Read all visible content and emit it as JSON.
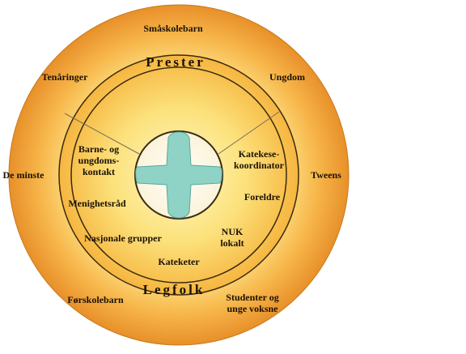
{
  "colors": {
    "outer_ring_edge": "#e8902a",
    "outer_ring_inner": "#fde58a",
    "inner_disc": "#f9c54a",
    "cross": "#8fd3c6",
    "center_disc": "#fffdf2",
    "divider_line": "#8a7a6a",
    "ring_border": "#3a2a10"
  },
  "outer_ring": {
    "top": "Småskolebarn",
    "upper_left": "Tenåringer",
    "upper_right": "Ungdom",
    "left": "De minste",
    "right": "Tweens",
    "lower_left": "Førskolebarn",
    "lower_right": "Studenter og\nunge voksne"
  },
  "middle_ring": {
    "top_label": "Prester",
    "bottom_label": "Legfolk"
  },
  "inner_area": {
    "barne_ungdom": "Barne- og\nungdoms-\nkontakt",
    "katekese": "Katekese-\nkoordinator",
    "menighetsrad": "Menighetsråd",
    "foreldre": "Foreldre",
    "nasjonale": "Nasjonale grupper",
    "nuk": "NUK\nlokalt",
    "kateketer": "Kateketer"
  },
  "center_icon": "cross-icon"
}
